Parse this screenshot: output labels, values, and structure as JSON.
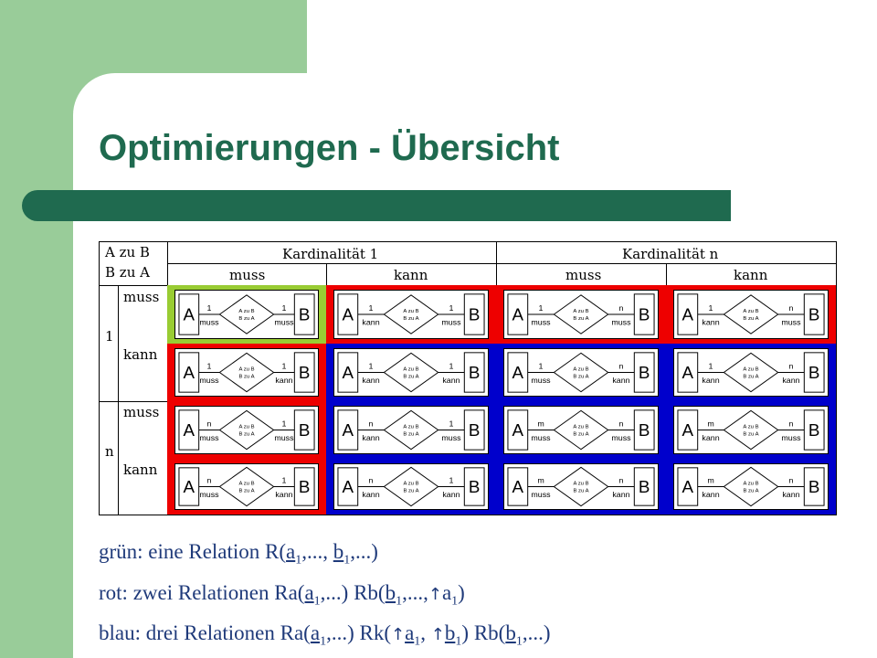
{
  "slide": {
    "title": "Optimierungen - Übersicht"
  },
  "table": {
    "corner_top": "A zu B",
    "corner_bottom": "B zu A",
    "col_groups": [
      "Kardinalität 1",
      "Kardinalität n"
    ],
    "col_subheaders": [
      "muss",
      "kann",
      "muss",
      "kann"
    ],
    "row_groups": [
      "1",
      "n"
    ],
    "row_subheaders": [
      "muss",
      "kann",
      "muss",
      "kann"
    ],
    "diamond_labels": [
      "A zu B",
      "B zu A"
    ],
    "entity_a": "A",
    "entity_b": "B",
    "colors": {
      "green": "#99cc33",
      "red": "#ee0000",
      "blue": "#0000cc"
    },
    "cells": [
      [
        {
          "color": "green",
          "ca": "1",
          "cb": "1",
          "pa": "muss",
          "pb": "muss"
        },
        {
          "color": "red",
          "ca": "1",
          "cb": "1",
          "pa": "kann",
          "pb": "muss"
        },
        {
          "color": "red",
          "ca": "1",
          "cb": "n",
          "pa": "muss",
          "pb": "muss"
        },
        {
          "color": "red",
          "ca": "1",
          "cb": "n",
          "pa": "kann",
          "pb": "muss"
        }
      ],
      [
        {
          "color": "red",
          "ca": "1",
          "cb": "1",
          "pa": "muss",
          "pb": "kann"
        },
        {
          "color": "blue",
          "ca": "1",
          "cb": "1",
          "pa": "kann",
          "pb": "kann"
        },
        {
          "color": "blue",
          "ca": "1",
          "cb": "n",
          "pa": "muss",
          "pb": "kann"
        },
        {
          "color": "blue",
          "ca": "1",
          "cb": "n",
          "pa": "kann",
          "pb": "kann"
        }
      ],
      [
        {
          "color": "red",
          "ca": "n",
          "cb": "1",
          "pa": "muss",
          "pb": "muss"
        },
        {
          "color": "blue",
          "ca": "n",
          "cb": "1",
          "pa": "kann",
          "pb": "muss"
        },
        {
          "color": "blue",
          "ca": "m",
          "cb": "n",
          "pa": "muss",
          "pb": "muss"
        },
        {
          "color": "blue",
          "ca": "m",
          "cb": "n",
          "pa": "kann",
          "pb": "muss"
        }
      ],
      [
        {
          "color": "red",
          "ca": "n",
          "cb": "1",
          "pa": "muss",
          "pb": "kann"
        },
        {
          "color": "blue",
          "ca": "n",
          "cb": "1",
          "pa": "kann",
          "pb": "kann"
        },
        {
          "color": "blue",
          "ca": "m",
          "cb": "n",
          "pa": "muss",
          "pb": "kann"
        },
        {
          "color": "blue",
          "ca": "m",
          "cb": "n",
          "pa": "kann",
          "pb": "kann"
        }
      ]
    ]
  },
  "legend": {
    "green_prefix": "grün: eine Relation R(",
    "red_prefix": "rot: zwei Relationen Ra(",
    "blue_prefix": "blau: drei Relationen Ra(",
    "a": "a",
    "b": "b",
    "sub": "1",
    "comma_dots": ",...,",
    "dots_close": ",...)",
    "rb": " Rb(",
    "rk": " Rk(",
    "comma": ", ",
    "close": ")",
    "arrow": "↑"
  }
}
